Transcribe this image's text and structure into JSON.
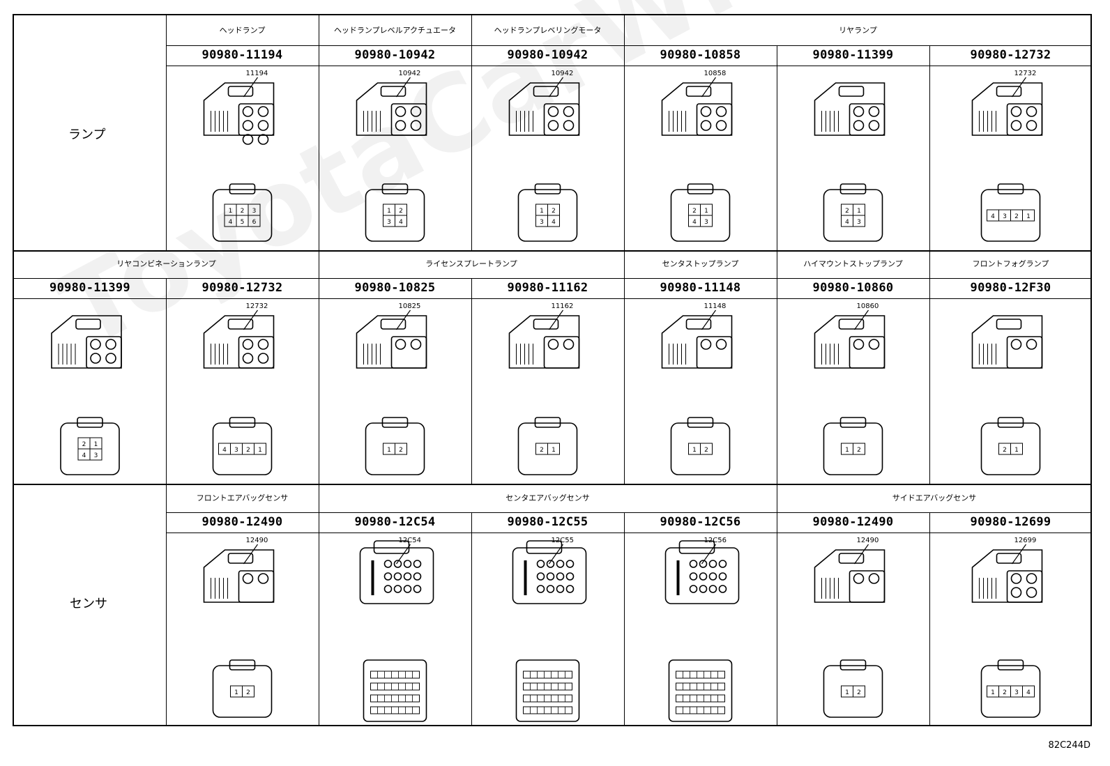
{
  "groups": {
    "lamp": "ランプ",
    "sensor": "センサ"
  },
  "watermark": "ToyotaCarWire.ru",
  "figure_ref": "82C244D",
  "row1": {
    "categories": [
      "ヘッドランプ",
      "ヘッドランプレベルアクチュエータ",
      "ヘッドランプレベリングモータ",
      "リヤランプ"
    ],
    "parts": [
      {
        "pn": "90980-11194",
        "callout": "11194",
        "pins": [
          "1",
          "2",
          "3",
          "4",
          "5",
          "6"
        ]
      },
      {
        "pn": "90980-10942",
        "callout": "10942",
        "pins": [
          "1",
          "2",
          "3",
          "4"
        ]
      },
      {
        "pn": "90980-10942",
        "callout": "10942",
        "pins": [
          "1",
          "2",
          "3",
          "4"
        ]
      },
      {
        "pn": "90980-10858",
        "callout": "10858",
        "pins": [
          "2",
          "1",
          "4",
          "3"
        ]
      },
      {
        "pn": "90980-11399",
        "callout": "",
        "pins": [
          "2",
          "1",
          "4",
          "3"
        ]
      },
      {
        "pn": "90980-12732",
        "callout": "12732",
        "pins": [
          "4",
          "3",
          "2",
          "1"
        ]
      }
    ]
  },
  "row2": {
    "categories": [
      "リヤコンビネーションランプ",
      "ライセンスプレートランプ",
      "センタストップランプ",
      "ハイマウントストップランプ",
      "フロントフォグランプ"
    ],
    "parts": [
      {
        "pn": "90980-11399",
        "callout": "",
        "pins": [
          "2",
          "1",
          "4",
          "3"
        ]
      },
      {
        "pn": "90980-12732",
        "callout": "12732",
        "pins": [
          "4",
          "3",
          "2",
          "1"
        ]
      },
      {
        "pn": "90980-10825",
        "callout": "10825",
        "pins": [
          "1",
          "2"
        ]
      },
      {
        "pn": "90980-11162",
        "callout": "11162",
        "pins": [
          "2",
          "1"
        ]
      },
      {
        "pn": "90980-11148",
        "callout": "11148",
        "pins": [
          "1",
          "2"
        ]
      },
      {
        "pn": "90980-10860",
        "callout": "10860",
        "pins": [
          "1",
          "2"
        ]
      },
      {
        "pn": "90980-12F30",
        "callout": "",
        "pins": [
          "2",
          "1"
        ]
      }
    ]
  },
  "row3": {
    "categories": [
      "フロントエアバッグセンサ",
      "センタエアバッグセンサ",
      "サイドエアバッグセンサ"
    ],
    "parts": [
      {
        "pn": "90980-12490",
        "callout": "12490",
        "pins": [
          "1",
          "2"
        ]
      },
      {
        "pn": "90980-12C54",
        "callout": "12C54",
        "pins": []
      },
      {
        "pn": "90980-12C55",
        "callout": "12C55",
        "pins": []
      },
      {
        "pn": "90980-12C56",
        "callout": "12C56",
        "pins": []
      },
      {
        "pn": "90980-12490",
        "callout": "12490",
        "pins": [
          "1",
          "2"
        ]
      },
      {
        "pn": "90980-12699",
        "callout": "12699",
        "pins": [
          "1",
          "2",
          "3",
          "4"
        ]
      }
    ]
  }
}
